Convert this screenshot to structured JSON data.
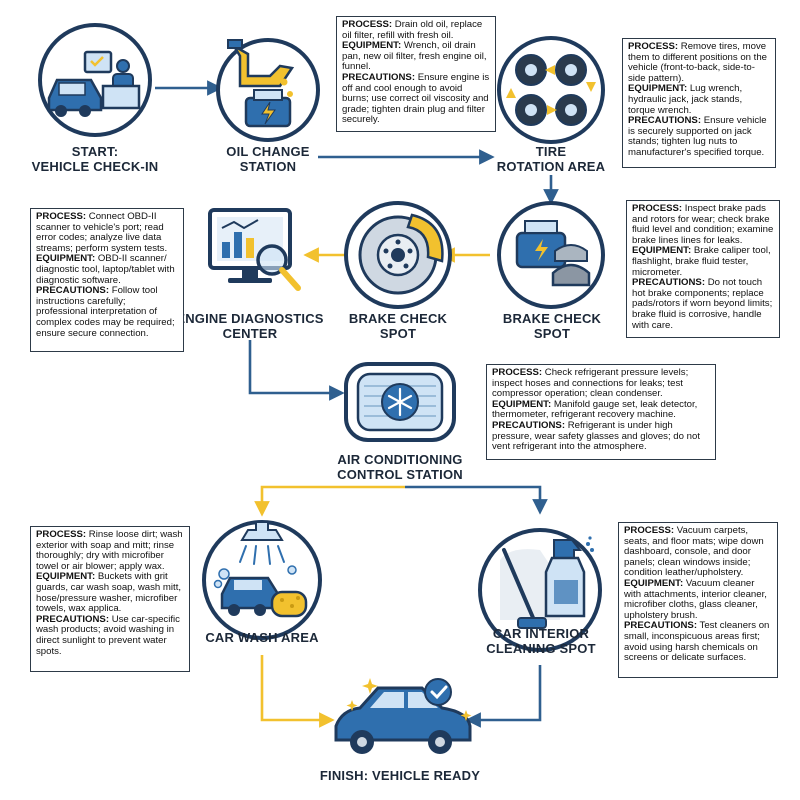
{
  "colors": {
    "flow_arrow": "#2f5f8f",
    "alt_arrow": "#f2c12e",
    "icon_navy": "#1f3a5c",
    "icon_blue": "#2f6fae",
    "icon_light": "#cfe3f5",
    "accent_yellow": "#f2c12e"
  },
  "stations": {
    "start": {
      "label_1": "START:",
      "label_2": "VEHICLE CHECK-IN",
      "icon": "vehicle-check-in-icon"
    },
    "oil": {
      "label_1": "OIL CHANGE",
      "label_2": "STATION",
      "icon": "oil-can-engine-icon"
    },
    "tire": {
      "label_1": "TIRE",
      "label_2": "ROTATION AREA",
      "icon": "tire-rotation-icon"
    },
    "brake_spot": {
      "label_1": "BRAKE CHECK SPOT",
      "icon": "brake-pads-engine-icon"
    },
    "brake_check": {
      "label_1": "BRAKE CHECK",
      "label_2": "SPOT",
      "icon": "brake-disc-icon"
    },
    "diag": {
      "label_1": "ENGINE DIAGNOSTICS",
      "label_2": "CENTER",
      "icon": "diagnostic-monitor-icon"
    },
    "ac": {
      "label_1": "AIR CONDITIONING",
      "label_2": "CONTROL STATION",
      "icon": "ac-vent-snowflake-icon"
    },
    "wash": {
      "label_1": "CAR WASH AREA",
      "icon": "car-wash-icon"
    },
    "interior": {
      "label_1": "CAR INTERIOR",
      "label_2": "CLEANING SPOT",
      "icon": "vacuum-spray-icon"
    },
    "finish": {
      "label_1": "FINISH: VEHICLE READY",
      "icon": "ready-car-check-icon"
    }
  },
  "notes": {
    "oil": {
      "process_key": "PROCESS:",
      "process": "Drain old oil, replace oil filter, refill with fresh oil.",
      "equipment_key": "EQUIPMENT:",
      "equipment": "Wrench, oil drain pan, new oil filter, fresh engine oil, funnel.",
      "precautions_key": "PRECAUTIONS:",
      "precautions": "Ensure engine is off and cool enough to avoid burns; use correct oil viscosity and grade; tighten drain plug and filter securely."
    },
    "tire": {
      "process_key": "PROCESS:",
      "process": "Remove tires, move them to different positions on the vehicle (front-to-back, side-to-side pattern).",
      "equipment_key": "EQUIPMENT:",
      "equipment": "Lug wrench, hydraulic jack, jack stands, torque wrench.",
      "precautions_key": "PRECAUTIONS:",
      "precautions": "Ensure vehicle is securely supported on jack stands; tighten lug nuts to manufacturer's specified torque."
    },
    "diag": {
      "process_key": "PROCESS:",
      "process": "Connect OBD-II scanner to vehicle's port; read error codes; analyze live data streams; perform system tests.",
      "equipment_key": "EQUIPMENT:",
      "equipment": "OBD-II scanner/ diagnostic tool, laptop/tablet with diagnostic software.",
      "precautions_key": "PRECAUTIONS:",
      "precautions": "Follow tool instructions carefully; professional interpretation of complex codes may be required; ensure secure connection."
    },
    "brake": {
      "process_key": "PROCESS:",
      "process": "Inspect brake pads and rotors for wear; check brake fluid level and condition; examine brake lines lines for leaks.",
      "equipment_key": "EQUIPMENT:",
      "equipment": "Brake caliper tool, flashlight, brake fluid tester, micrometer.",
      "precautions_key": "PRECAUTIONS:",
      "precautions": "Do not touch hot brake components; replace pads/rotors if worn beyond limits; brake fluid is corrosive, handle with care."
    },
    "ac": {
      "process_key": "PROCESS:",
      "process": "Check refrigerant pressure levels; inspect hoses and connections for leaks; test compressor operation; clean condenser.",
      "equipment_key": "EQUIPMENT:",
      "equipment": "Manifold gauge set, leak detector, thermometer, refrigerant recovery machine.",
      "precautions_key": "PRECAUTIONS:",
      "precautions": "Refrigerant is under high pressure, wear safety glasses and gloves; do not vent refrigerant into the atmosphere."
    },
    "wash": {
      "process_key": "PROCESS:",
      "process": "Rinse loose dirt; wash exterior with soap and mitt; rinse thoroughly; dry with microfiber towel or air blower; apply wax.",
      "equipment_key": "EQUIPMENT:",
      "equipment": "Buckets with grit guards, car wash soap, wash mitt, hose/pressure washer, microfiber towels, wax applica.",
      "precautions_key": "PRECAUTIONS:",
      "precautions": "Use car-specific wash products; avoid washing in direct sunlight to prevent water spots."
    },
    "interior": {
      "process_key": "PROCESS:",
      "process": "Vacuum carpets, seats, and floor mats; wipe down dashboard, console, and door panels; clean windows inside; condition leather/upholstery.",
      "equipment_key": "EQUIPMENT:",
      "equipment": "Vacuum cleaner with attachments, interior cleaner, microfiber cloths, glass cleaner, upholstery brush.",
      "precautions_key": "PRECAUTIONS:",
      "precautions": "Test cleaners on small, inconspicuous areas first; avoid using harsh chemicals on screens or delicate surfaces."
    }
  }
}
